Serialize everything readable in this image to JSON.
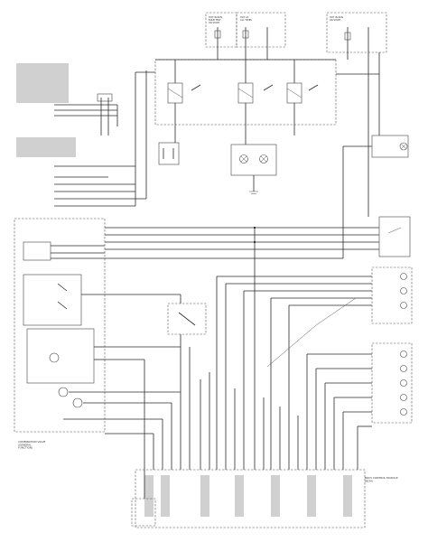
{
  "diagram": {
    "background": "#ffffff",
    "line_color": "#2a2a2a",
    "fuse_labels": [
      {
        "text": "HOT IN RUN,\nBULB TEST\nOR START"
      },
      {
        "text": "HOT AT\nALL TIMES"
      },
      {
        "text": "HOT IN RUN\nOR START"
      }
    ],
    "left_box_title": "COMBINATION VALVE\n(GENERAL\nFUNCTION)",
    "bottom_module_label": "BODY CONTROL MODULE\n(BCM)"
  }
}
